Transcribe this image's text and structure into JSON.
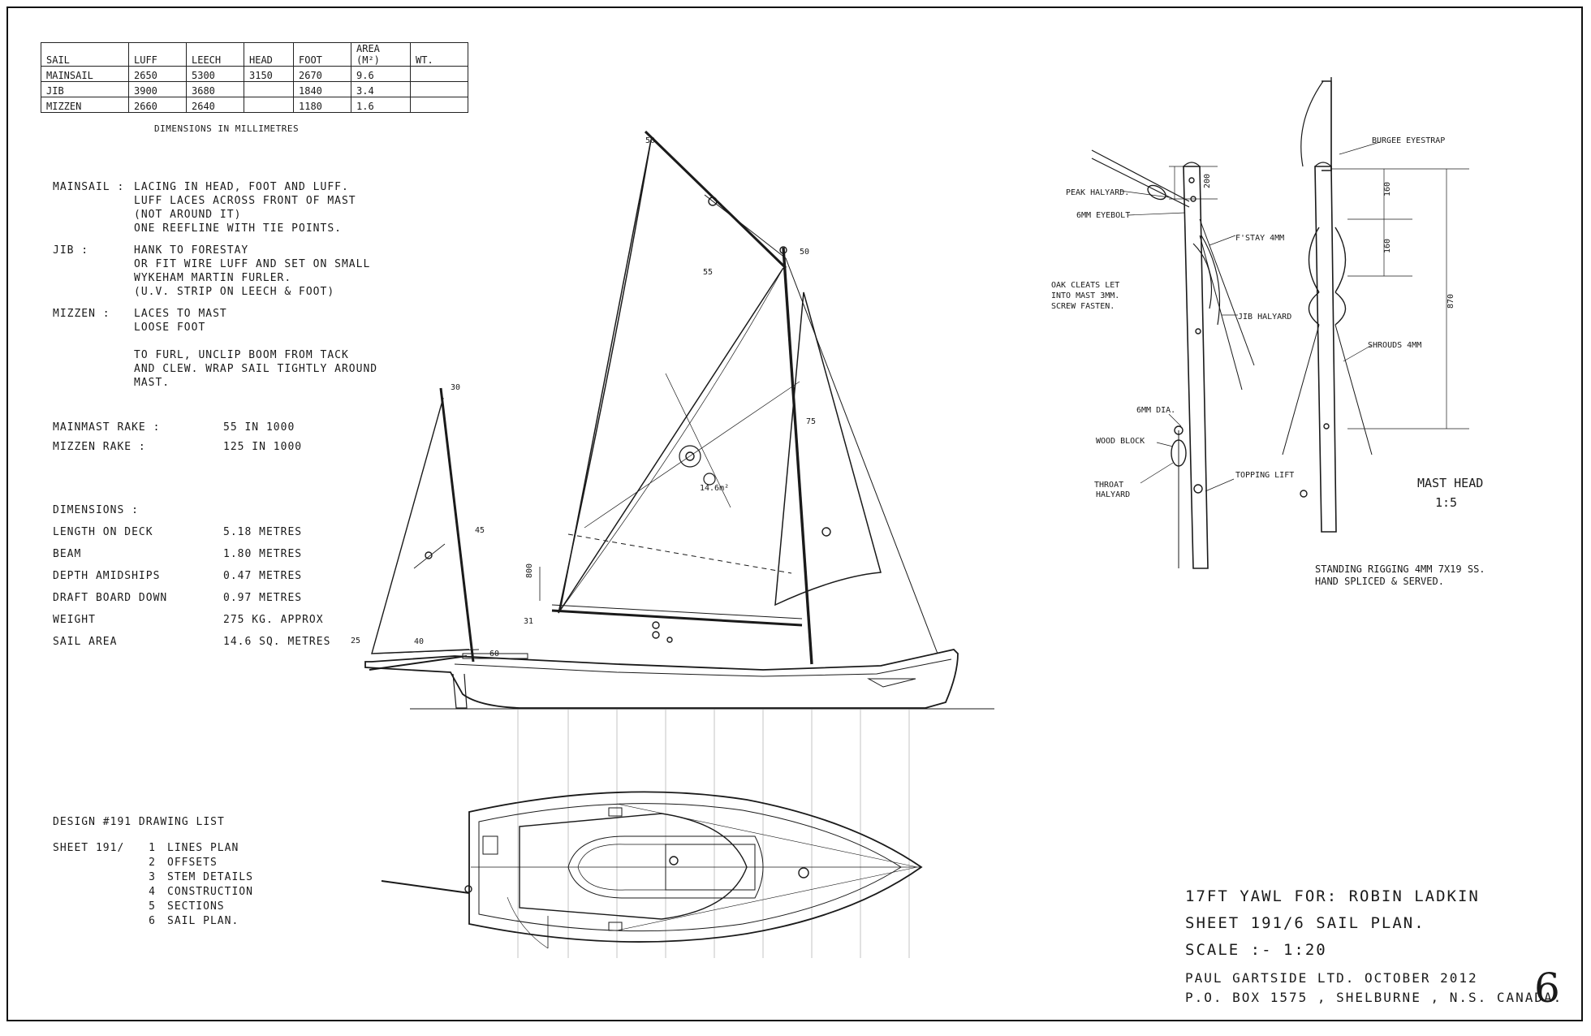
{
  "sail_table": {
    "headers": [
      "Sail",
      "Luff",
      "Leech",
      "Head",
      "Foot",
      "Area (m²)",
      "Wt."
    ],
    "rows": [
      [
        "Mainsail",
        "2650",
        "5300",
        "3150",
        "2670",
        "9.6",
        ""
      ],
      [
        "Jib",
        "3900",
        "3680",
        "",
        "1840",
        "3.4",
        ""
      ],
      [
        "Mizzen",
        "2660",
        "2640",
        "",
        "1180",
        "1.6",
        ""
      ]
    ],
    "note": "Dimensions in millimetres"
  },
  "notes": [
    {
      "key": "Mainsail :",
      "lines": [
        "Lacing in head, foot and luff.",
        "Luff laces across front of mast",
        "(not around it)",
        "One reefline with tie points."
      ]
    },
    {
      "key": "Jib :",
      "lines": [
        "Hank to forestay",
        "or fit wire luff and set on small",
        "Wykeham Martin furler.",
        "(U.V. strip on leech & foot)"
      ]
    },
    {
      "key": "Mizzen :",
      "lines": [
        "Laces to mast",
        "loose foot",
        "",
        "To furl, unclip boom from tack",
        "and clew. Wrap sail tightly around",
        "mast."
      ]
    }
  ],
  "rake": [
    {
      "k": "Mainmast rake :",
      "v": "55 in 1000"
    },
    {
      "k": "Mizzen rake :",
      "v": "125 in 1000"
    }
  ],
  "dimensions": {
    "heading": "Dimensions :",
    "items": [
      {
        "k": "Length on deck",
        "v": "5.18 metres"
      },
      {
        "k": "Beam",
        "v": "1.80 metres"
      },
      {
        "k": "Depth amidships",
        "v": "0.47 metres"
      },
      {
        "k": "Draft board down",
        "v": "0.97 metres"
      },
      {
        "k": "Weight",
        "v": "275 kg. approx"
      },
      {
        "k": "Sail area",
        "v": "14.6 sq. metres"
      }
    ]
  },
  "drawing_list": {
    "heading": "Design #191 Drawing List",
    "sheet_label": "Sheet 191/",
    "items": [
      {
        "n": "1",
        "t": "Lines plan"
      },
      {
        "n": "2",
        "t": "Offsets"
      },
      {
        "n": "3",
        "t": "Stem details"
      },
      {
        "n": "4",
        "t": "Construction"
      },
      {
        "n": "5",
        "t": "Sections"
      },
      {
        "n": "6",
        "t": "Sail plan."
      }
    ]
  },
  "drawing_labels": {
    "sail_area": "14.6m²",
    "d800": "800",
    "d50a": "50",
    "d50b": "50",
    "d55": "55",
    "d75": "75",
    "d30": "30",
    "d40": "40",
    "d45": "45",
    "d60": "60",
    "d31": "31",
    "d25": "25"
  },
  "mast_head": {
    "labels": {
      "burgee": "Burgee eyestrap",
      "peak": "Peak halyard.",
      "eyebolt": "6mm eyebolt",
      "fstay": "F'stay 4mm",
      "cleats1": "Oak cleats let",
      "cleats2": "into mast 3mm.",
      "cleats3": "Screw fasten.",
      "jib": "Jib halyard",
      "shrouds": "Shrouds 4mm",
      "dia": "6mm dia.",
      "block": "Wood block",
      "throat1": "Throat",
      "throat2": "halyard",
      "topping": "Topping lift",
      "d200": "200",
      "d160a": "160",
      "d160b": "160",
      "d870": "870"
    },
    "title": "Mast head",
    "scale": "1:5",
    "rigging1": "Standing rigging 4mm 7x19 SS.",
    "rigging2": "Hand spliced & served."
  },
  "title_block": {
    "line1": "17ft Yawl for: Robin Ladkin",
    "line2": "Sheet 191/6 Sail Plan.",
    "line3": "Scale :- 1:20",
    "line4": "Paul Gartside Ltd.   October 2012",
    "line5": "P.O. Box 1575 , Shelburne , N.S. Canada."
  },
  "sheet_number": "6"
}
